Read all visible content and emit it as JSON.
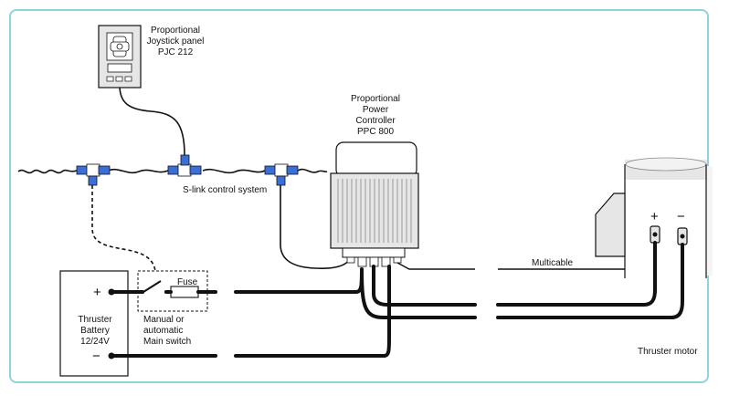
{
  "joystick_panel": {
    "line1": "Proportional",
    "line2": "Joystick panel",
    "line3": "PJC 212"
  },
  "controller": {
    "line1": "Proportional",
    "line2": "Power",
    "line3": "Controller",
    "line4": "PPC 800"
  },
  "slink_label": "S-link control system",
  "battery": {
    "plus": "+",
    "minus": "−",
    "line1": "Thruster",
    "line2": "Battery",
    "line3": "12/24V"
  },
  "fuse_label": "Fuse",
  "switch_label": {
    "line1": "Manual or",
    "line2": "automatic",
    "line3": "Main switch"
  },
  "multicable_label": "Multicable",
  "motor": {
    "plus": "+",
    "minus": "−",
    "label": "Thruster motor"
  },
  "colors": {
    "frame": "#8fd3dc",
    "connector_blue": "#3a6fd8",
    "cable": "#111111",
    "box_fill": "#e6e6e6"
  }
}
